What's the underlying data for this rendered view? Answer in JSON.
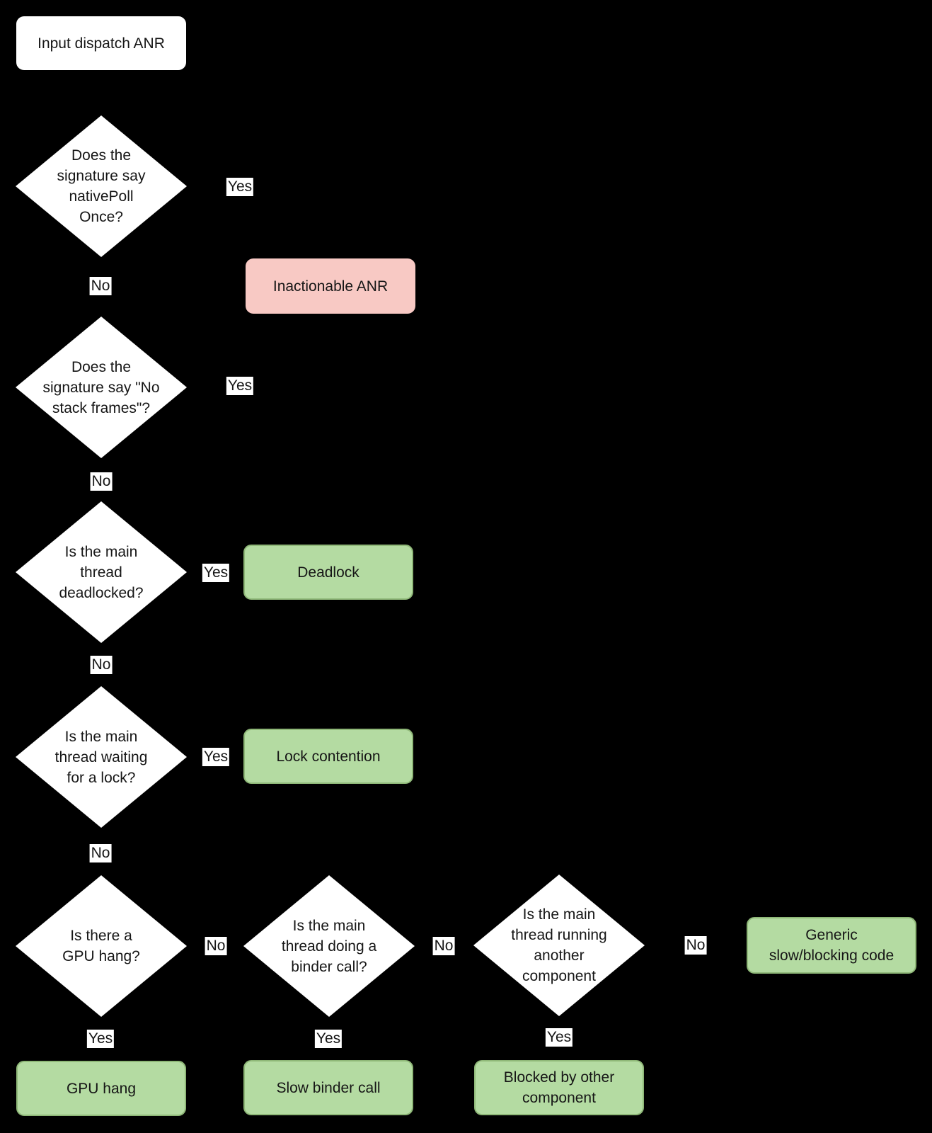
{
  "colors": {
    "background": "#000000",
    "decision_fill": "#ffffff",
    "result_green": "#b4dba2",
    "result_green_border": "#8fb878",
    "result_red": "#f8c9c4",
    "label_bg": "#ffffff",
    "text": "#161616"
  },
  "labels": {
    "yes": "Yes",
    "no": "No"
  },
  "nodes": {
    "start": "Input dispatch ANR",
    "q_native_poll": "Does the\nsignature say\nnativePoll\nOnce?",
    "q_no_stack_frames": "Does the\nsignature say \"No\nstack frames\"?",
    "q_deadlocked": "Is the main\nthread\ndeadlocked?",
    "q_waiting_lock": "Is the main\nthread waiting\nfor a lock?",
    "q_gpu_hang": "Is there a\nGPU hang?",
    "q_binder_call": "Is the main\nthread doing a\nbinder call?",
    "q_another_component": "Is the main\nthread running\nanother\ncomponent",
    "r_inactionable": "Inactionable ANR",
    "r_deadlock": "Deadlock",
    "r_lock_contention": "Lock contention",
    "r_gpu_hang": "GPU hang",
    "r_slow_binder": "Slow binder call",
    "r_blocked_component": "Blocked by other\ncomponent",
    "r_generic_slow": "Generic\nslow/blocking code"
  }
}
